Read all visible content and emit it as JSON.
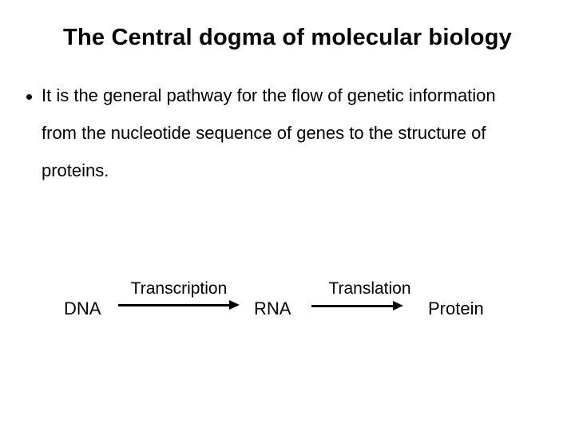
{
  "slide": {
    "title": "The Central dogma of molecular biology",
    "bullet": {
      "lines": [
        "It is the general pathway for the flow of genetic information",
        "from the nucleotide sequence of genes to the structure of",
        "proteins."
      ]
    },
    "diagram": {
      "nodes": [
        {
          "label": "DNA"
        },
        {
          "label": "RNA"
        },
        {
          "label": "Protein"
        }
      ],
      "arrows": [
        {
          "label": "Transcription"
        },
        {
          "label": "Translation"
        }
      ]
    },
    "colors": {
      "background": "#ffffff",
      "text": "#000000"
    }
  }
}
